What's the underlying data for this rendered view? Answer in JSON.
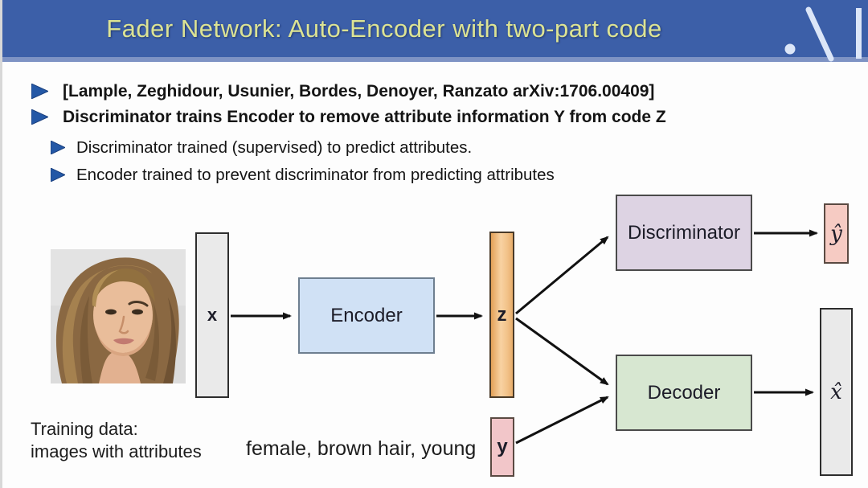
{
  "header": {
    "title": "Fader Network: Auto-Encoder with two-part code"
  },
  "bullets": {
    "0": {
      "text": "[Lample, Zeghidour, Usunier, Bordes, Denoyer,  Ranzato arXiv:1706.00409]"
    },
    "1": {
      "text": "Discriminator trains Encoder to remove attribute information Y from code Z"
    },
    "2": {
      "text": "Discriminator trained (supervised) to predict attributes."
    },
    "3": {
      "text": "Encoder trained to prevent discriminator from predicting attributes"
    }
  },
  "diagram": {
    "x_label": "x",
    "z_label": "z",
    "y_label": "y",
    "encoder_label": "Encoder",
    "discriminator_label": "Discriminator",
    "decoder_label": "Decoder",
    "y_hat_label": "ŷ",
    "x_hat_label": "x̂"
  },
  "footer": {
    "training_line1": "Training data:",
    "training_line2": "images with attributes",
    "attributes_text": "female, brown hair, young"
  },
  "colors": {
    "header_bg": "#3c5fa8",
    "header_title": "#dce394",
    "bullet_blue": "#2458a6",
    "encoder_fill": "#d0e1f5",
    "discriminator_fill": "#ddd3e3",
    "decoder_fill": "#d7e7d1",
    "z_fill": "#f2c38a",
    "y_fill": "#f2c6c9",
    "yhat_fill": "#f6cbc3",
    "gray_fill": "#eaeaea"
  }
}
